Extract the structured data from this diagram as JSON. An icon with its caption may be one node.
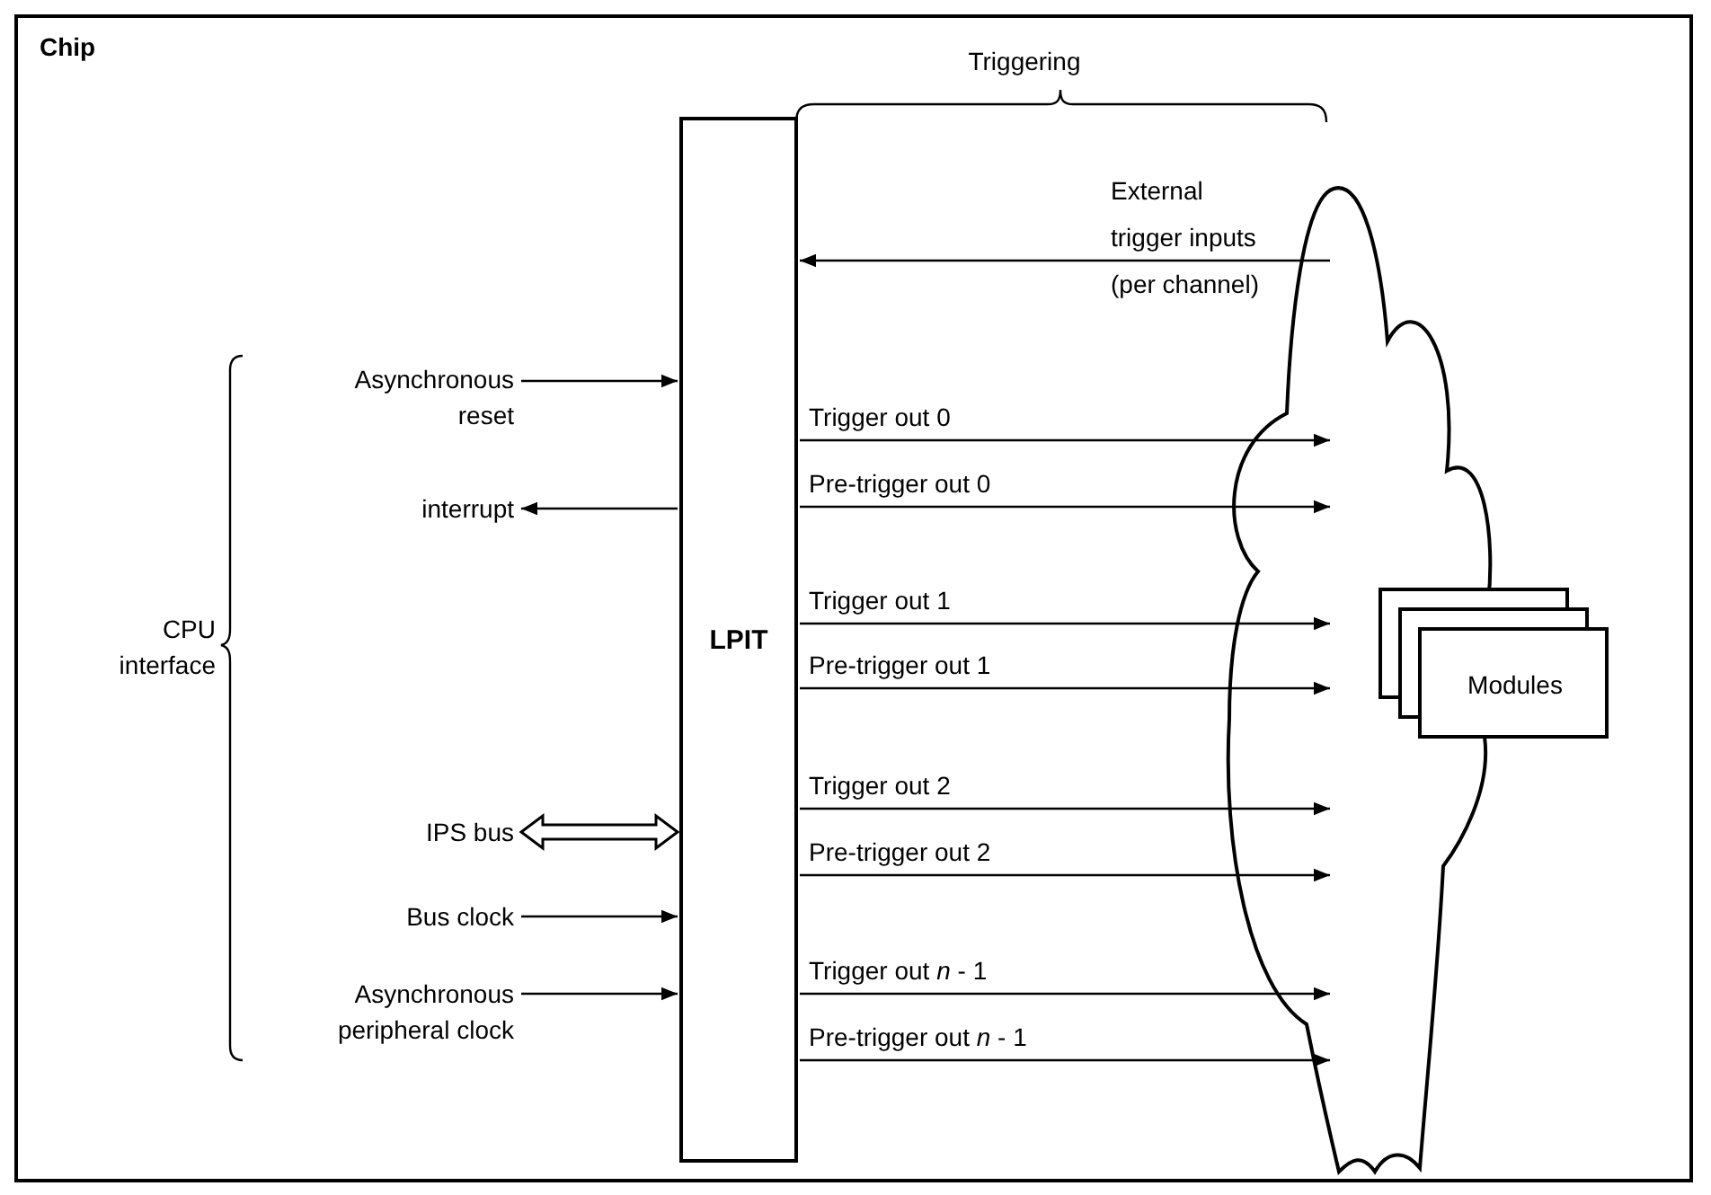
{
  "diagram": {
    "nodes": [
      {
        "text": [
          "Chip"
        ]
      },
      {
        "text": [
          "LPIT"
        ],
        "in": 0
      },
      {
        "text": [],
        "shape": "cloud",
        "in": 0
      },
      {
        "text": [
          "Modules"
        ],
        "in": 0
      },
      {
        "text": [
          "Asynchronous reset"
        ],
        "in": 0
      },
      {
        "text": [
          "interrupt"
        ],
        "in": 0
      },
      {
        "text": [
          "IPS bus"
        ],
        "in": 0
      },
      {
        "text": [
          "Bus clock"
        ],
        "in": 0
      },
      {
        "text": [
          "Asynchronous peripheral clock"
        ],
        "in": 0
      }
    ],
    "edges": [
      {
        "from": 2,
        "to": 1,
        "arrow": "to",
        "label": "External trigger inputs (per channel)"
      },
      {
        "from": 4,
        "to": 1,
        "arrow": "to"
      },
      {
        "from": 1,
        "to": 5,
        "arrow": "to"
      },
      {
        "from": 6,
        "to": 1,
        "arrow": "both",
        "style": "thick"
      },
      {
        "from": 7,
        "to": 1,
        "arrow": "to"
      },
      {
        "from": 8,
        "to": 1,
        "arrow": "to"
      },
      {
        "from": 1,
        "to": 2,
        "arrow": "to",
        "label": "Trigger out 0"
      },
      {
        "from": 1,
        "to": 2,
        "arrow": "to",
        "label": "Pre-trigger out 0"
      },
      {
        "from": 1,
        "to": 2,
        "arrow": "to",
        "label": "Trigger out 1"
      },
      {
        "from": 1,
        "to": 2,
        "arrow": "to",
        "label": "Pre-trigger out 1"
      },
      {
        "from": 1,
        "to": 2,
        "arrow": "to",
        "label": "Trigger out 2"
      },
      {
        "from": 1,
        "to": 2,
        "arrow": "to",
        "label": "Pre-trigger out 2"
      },
      {
        "from": 1,
        "to": 2,
        "arrow": "to",
        "label": "Trigger out *n* - 1"
      },
      {
        "from": 1,
        "to": 2,
        "arrow": "to",
        "label": "Pre-trigger out *n* - 1"
      }
    ],
    "labels": [
      "Triggering",
      "CPU interface"
    ]
  }
}
